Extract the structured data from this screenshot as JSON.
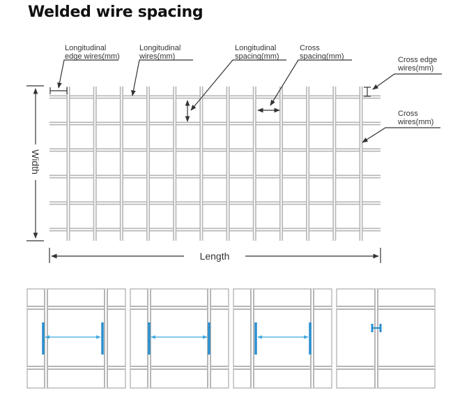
{
  "title": "Welded wire spacing",
  "diagram": {
    "labels": {
      "long_edge": [
        "Longitudinal",
        "edge wires(mm)"
      ],
      "long_wires": [
        "Longitudinal",
        "wires(mm)"
      ],
      "long_spacing": [
        "Longitudinal",
        "spacing(mm)"
      ],
      "cross_spacing": [
        "Cross",
        "spacing(mm)"
      ],
      "cross_edge": [
        "Cross edge",
        "wires(mm)"
      ],
      "cross_wires": [
        "Cross",
        "wires(mm)"
      ]
    },
    "width_label": "Width",
    "length_label": "Length",
    "grid": {
      "vertical_wires": 12,
      "horizontal_wires": 6
    }
  },
  "detail_panels": [
    {
      "id": "panel-1",
      "measure": "outer-to-outer"
    },
    {
      "id": "panel-2",
      "measure": "center-to-center"
    },
    {
      "id": "panel-3",
      "measure": "inner-to-inner"
    },
    {
      "id": "panel-4",
      "measure": "wire-diameter"
    }
  ],
  "colors": {
    "wire": "#b5b5b5",
    "wire_core": "#ffffff",
    "line": "#333333",
    "accent": "#2a8fcf",
    "accent_light": "#3aa6dd",
    "panel_border": "#9a9a9a"
  }
}
